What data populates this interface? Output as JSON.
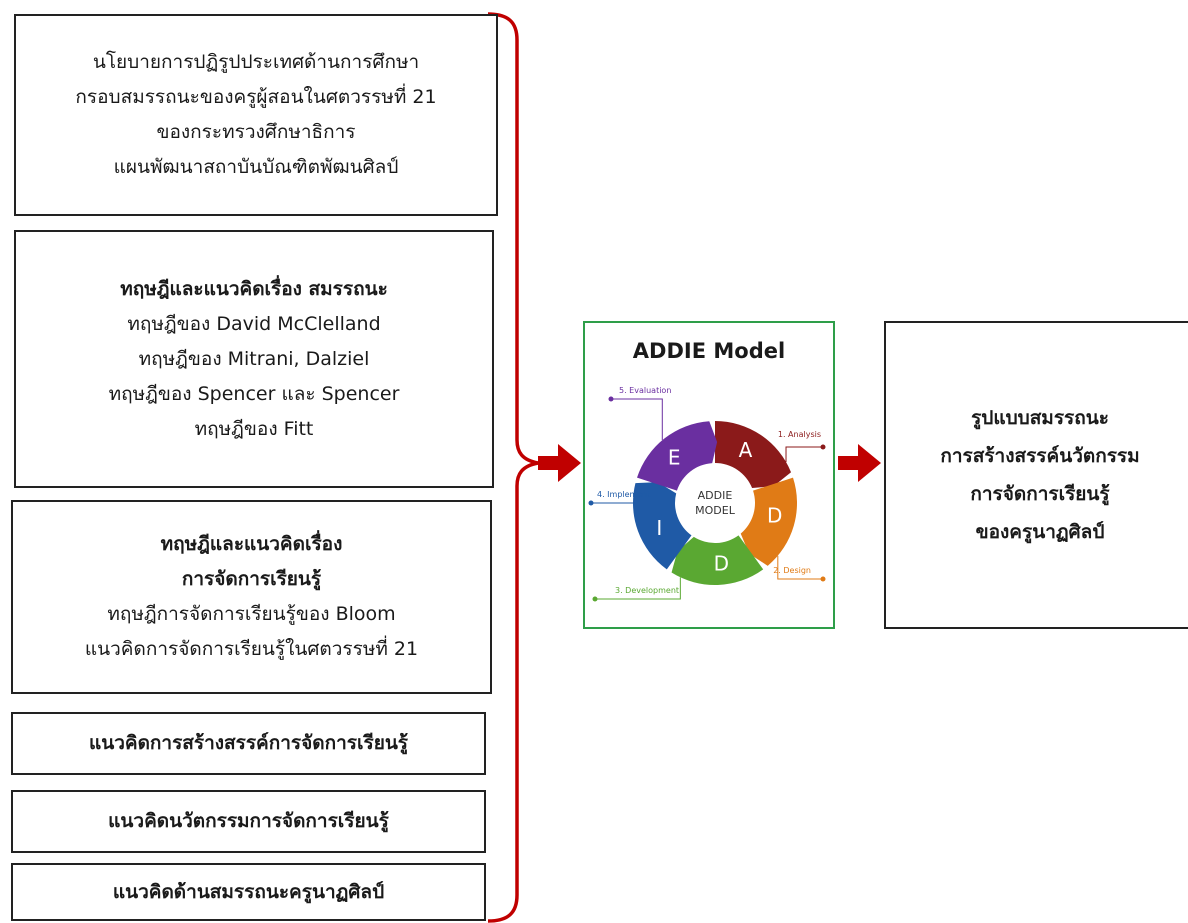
{
  "boxes": {
    "policy": {
      "lines": [
        "นโยบายการปฏิรูปประเทศด้านการศึกษา",
        "กรอบสมรรถนะของครูผู้สอนในศตวรรษที่ 21",
        "ของกระทรวงศึกษาธิการ",
        "แผนพัฒนาสถาบันบัณฑิตพัฒนศิลป์"
      ]
    },
    "competency_theory": {
      "heading": "ทฤษฎีและแนวคิดเรื่อง สมรรถนะ",
      "lines": [
        "ทฤษฎีของ David McClelland",
        "ทฤษฎีของ Mitrani, Dalziel",
        "ทฤษฎีของ Spencer และ Spencer",
        "ทฤษฎีของ Fitt"
      ]
    },
    "learning_theory": {
      "heading_1": "ทฤษฎีและแนวคิดเรื่อง",
      "heading_2": "การจัดการเรียนรู้",
      "lines": [
        "ทฤษฎีการจัดการเรียนรู้ของ Bloom",
        "แนวคิดการจัดการเรียนรู้ในศตวรรษที่ 21"
      ]
    },
    "creative_learning": "แนวคิดการสร้างสรรค์การจัดการเรียนรู้",
    "innovation_learning": "แนวคิดนวัตกรรมการจัดการเรียนรู้",
    "dance_teacher_competency": "แนวคิดด้านสมรรถนะครูนาฏศิลป์"
  },
  "addie": {
    "title": "ADDIE Model",
    "center_line_1": "ADDIE",
    "center_line_2": "MODEL",
    "segment_letters": [
      "A",
      "D",
      "D",
      "I",
      "E"
    ],
    "phase_labels": [
      "1. Analysis",
      "2. Design",
      "3. Development",
      "4. Implement",
      "5. Evaluation"
    ],
    "colors": [
      "#8b1a1a",
      "#e07b16",
      "#5aa832",
      "#1f5aa6",
      "#6a2fa0"
    ]
  },
  "output": {
    "lines": [
      "รูปแบบสมรรถนะ",
      "การสร้างสรรค์นวัตกรรม",
      "การจัดการเรียนรู้",
      "ของครูนาฏศิลป์"
    ]
  },
  "colors": {
    "bracket": "#c00000",
    "arrow": "#c00000",
    "addie_border": "#2e9e49"
  }
}
